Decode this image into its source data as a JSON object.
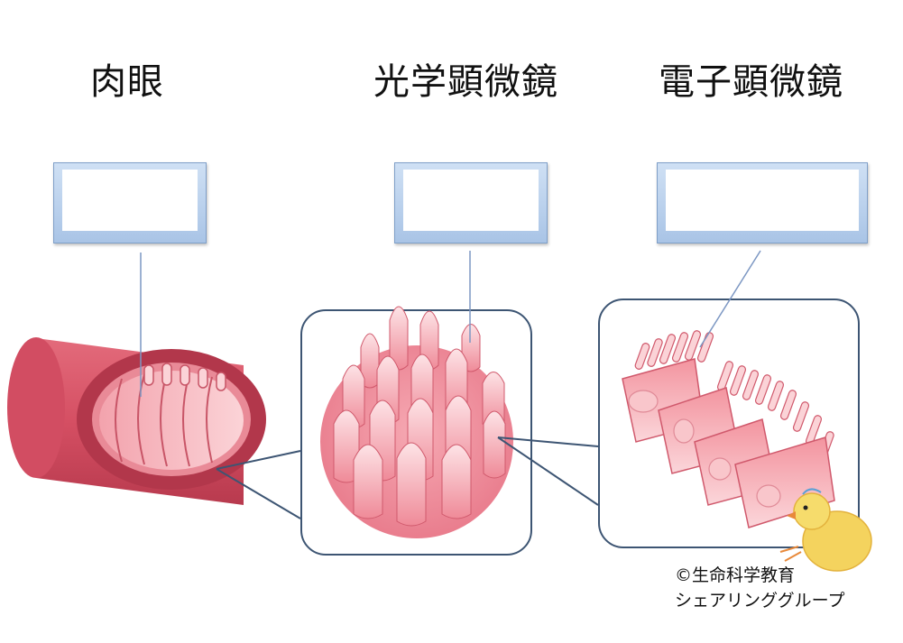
{
  "headings": {
    "naked_eye": "肉眼",
    "light_microscope": "光学顕微鏡",
    "electron_microscope": "電子顕微鏡"
  },
  "credit": {
    "line1": "©生命科学教育",
    "line2": "シェアリンググループ"
  },
  "colors": {
    "tissue_dark": "#c8465a",
    "tissue_light": "#f6b8bf",
    "callout_border": "#3d5573",
    "leader_line": "#7c97c3"
  }
}
